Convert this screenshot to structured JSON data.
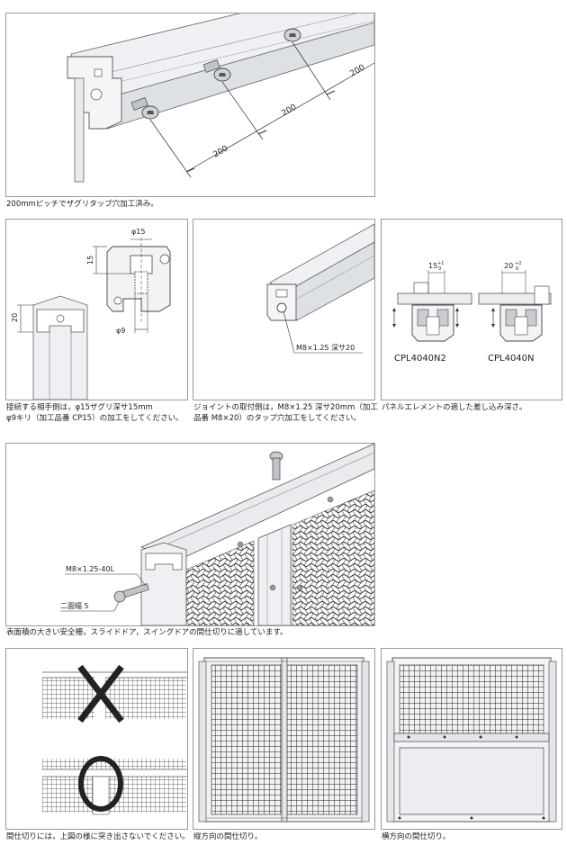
{
  "panel1": {
    "dims": [
      "200",
      "200",
      "200"
    ],
    "caption": "200mmピッチでザグリタップ穴加工済み。"
  },
  "panel2": {
    "dim_phi15": "φ15",
    "dim_15": "15",
    "dim_phi9": "φ9",
    "dim_20": "20",
    "caption_line1": "接続する相手側は，φ15ザグリ深サ15mm",
    "caption_line2": "φ9キリ（加工品番 CP15）の加工をしてください。"
  },
  "panel3": {
    "label": "M8×1.25 深サ20",
    "caption_line1": "ジョイントの取付側は，M8×1.25 深サ20mm（加工",
    "caption_line2": "品番 M8×20）のタップ穴加工をしてください。"
  },
  "panel4": {
    "left_dim": "15",
    "left_tol_top": "+1",
    "left_tol_bottom": "0",
    "right_dim": "20",
    "right_tol_top": "+2",
    "right_tol_bottom": "0",
    "left_label": "CPL4040N2",
    "right_label": "CPL4040N",
    "caption": "パネルエレメントの適した差し込み深さ。"
  },
  "panel5": {
    "bolt_label": "M8×1.25-40L",
    "width_label": "二面幅 5",
    "caption": "表面積の大きい安全柵，スライドドア，スイングドアの間仕切りに適しています。"
  },
  "panel6": {
    "x_mark": "X",
    "caption": "間仕切りには，上図の様に突き出さないでください。"
  },
  "panel7": {
    "caption": "縦方向の間仕切り。"
  },
  "panel8": {
    "caption": "横方向の間仕切り。"
  }
}
